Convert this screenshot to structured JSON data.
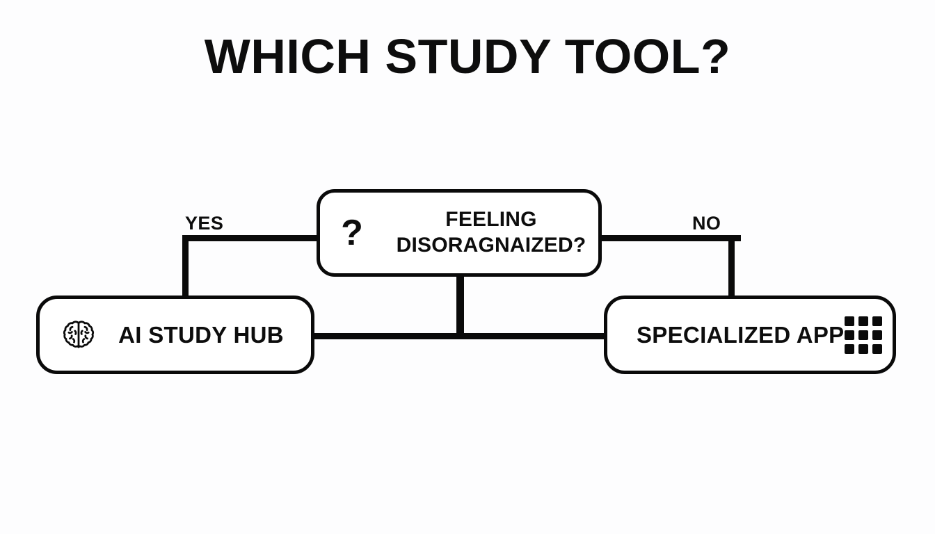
{
  "page": {
    "title": "WHICH STUDY TOOL?",
    "background_color": "#fdfdfe",
    "ink_color": "#0a0a0a"
  },
  "flowchart": {
    "type": "decision-tree",
    "decision": {
      "icon": "question-mark-icon",
      "line1": "FEELING",
      "line2": "DISORAGNAIZED?"
    },
    "branches": [
      {
        "label": "YES",
        "side": "left",
        "target": "ai-study-hub"
      },
      {
        "label": "NO",
        "side": "right",
        "target": "specialized-app"
      }
    ],
    "outcomes": [
      {
        "id": "ai-study-hub",
        "label": "AI STUDY HUB",
        "icon": "brain-icon",
        "icon_position": "left"
      },
      {
        "id": "specialized-app",
        "label": "SPECIALIZED APP",
        "icon": "grid-apps-icon",
        "icon_position": "right"
      }
    ]
  }
}
